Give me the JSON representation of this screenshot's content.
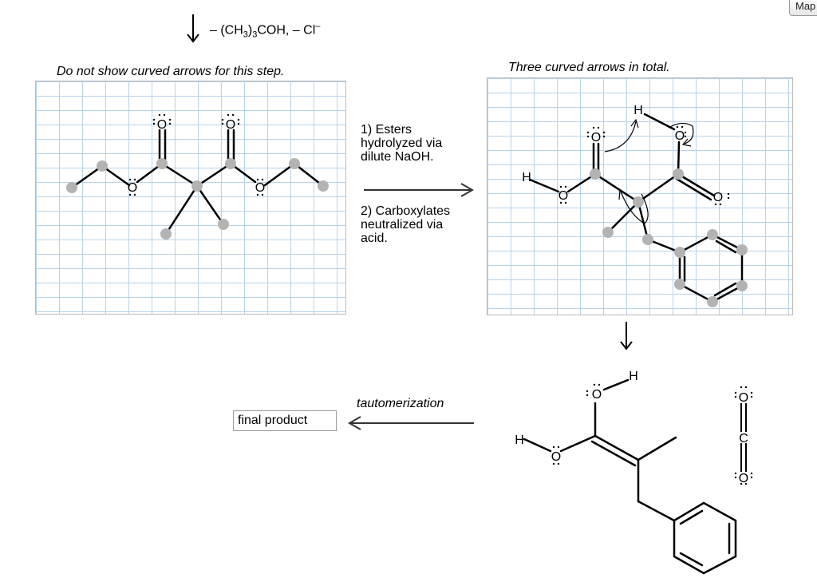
{
  "toolbar": {
    "map_button_label": "Map"
  },
  "step1": {
    "reagent_minus1": "– (CH",
    "reagent_sub1": "3",
    "reagent_mid": ")",
    "reagent_sub2": "3",
    "reagent_tail": "COH, – Cl",
    "reagent_sup": "–"
  },
  "panel_left": {
    "instruction": "Do not show curved arrows for this step."
  },
  "panel_right": {
    "instruction": "Three curved arrows in total."
  },
  "conditions": {
    "line1": "1) Esters",
    "line2": "hydrolyzed via",
    "line3": "dilute NaOH.",
    "line4": "2) Carboxylates",
    "line5": "neutralized via",
    "line6": "acid."
  },
  "bottom": {
    "tautomerization_label": "tautomerization",
    "final_product_label": "final product"
  },
  "atoms": {
    "oxygen": "O",
    "hydrogen": "H",
    "carbon": "C",
    "lone_pair": ":"
  },
  "colors": {
    "grid": "#b7d3ec",
    "atom_dot": "#b3b3b3",
    "bond": "#000000"
  }
}
